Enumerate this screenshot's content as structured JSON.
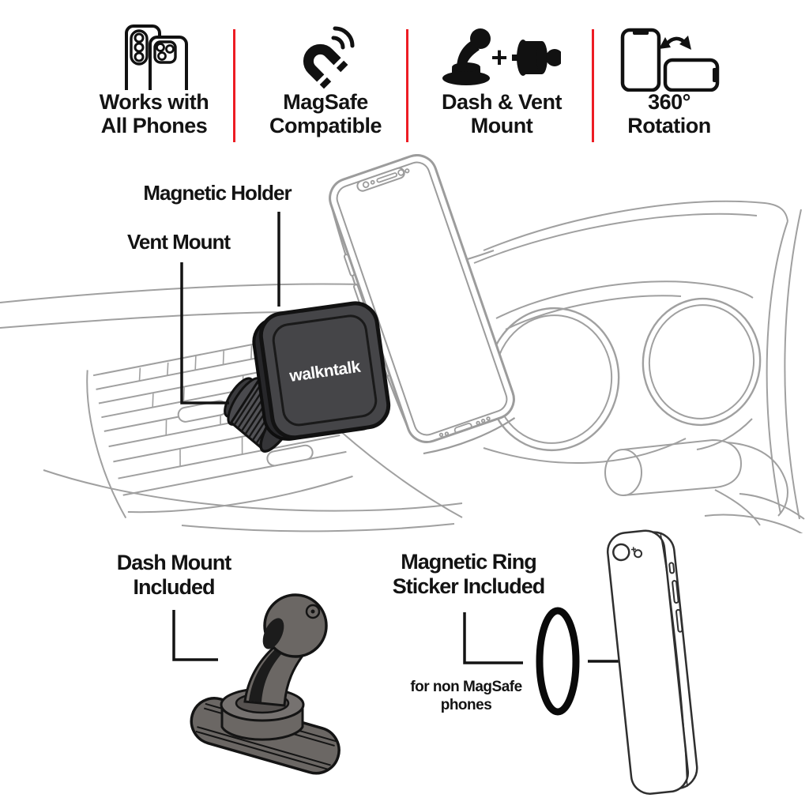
{
  "brand": {
    "logo_text": "walkntalk"
  },
  "features": [
    {
      "line1": "Works with",
      "line2": "All Phones",
      "icon": "phones-icon"
    },
    {
      "line1": "MagSafe",
      "line2": "Compatible",
      "icon": "magsafe-magnet-icon"
    },
    {
      "line1": "Dash & Vent",
      "line2": "Mount",
      "icon": "dash-vent-icon",
      "plus": "+"
    },
    {
      "line1": "360°",
      "line2": "Rotation",
      "icon": "rotation-icon"
    }
  ],
  "diagram": {
    "magnetic_holder_label": "Magnetic Holder",
    "vent_mount_label": "Vent Mount"
  },
  "included": {
    "dash_mount_line1": "Dash Mount",
    "dash_mount_line2": "Included",
    "ring_line1": "Magnetic Ring",
    "ring_line2": "Sticker Included",
    "ring_note_line1": "for non MagSafe",
    "ring_note_line2": "phones"
  },
  "colors": {
    "divider_red": "#ed1c24",
    "text_black": "#131313",
    "product_dark": "#454548",
    "line_art_gray": "#a0a0a0",
    "mount_gray": "#6b6764"
  }
}
